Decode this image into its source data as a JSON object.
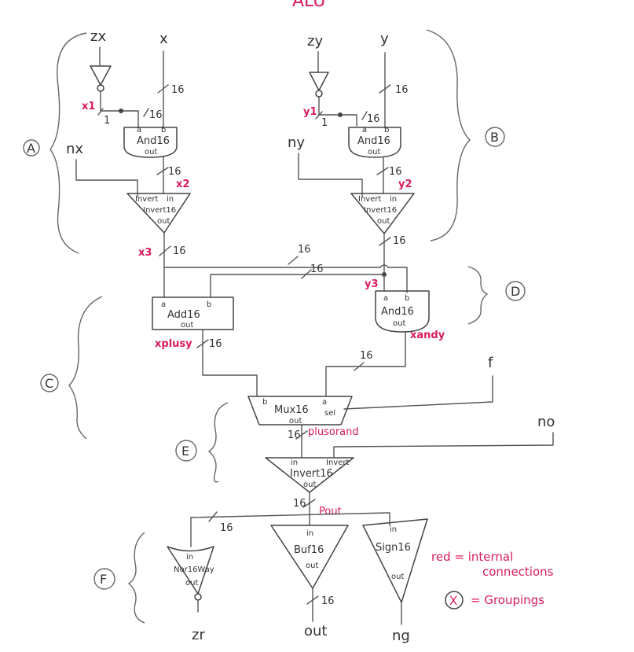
{
  "title": "ALU",
  "inputs": {
    "zx": "zx",
    "x": "x",
    "zy": "zy",
    "y": "y",
    "nx": "nx",
    "ny": "ny",
    "f": "f",
    "no": "no"
  },
  "outputs": {
    "zr": "zr",
    "out": "out",
    "ng": "ng"
  },
  "bus_width": "16",
  "single_bit": "1",
  "gates": {
    "and_x": {
      "name": "And16",
      "a": "a",
      "b": "b",
      "out": "out"
    },
    "and_y": {
      "name": "And16",
      "a": "a",
      "b": "b",
      "out": "out"
    },
    "invert_x": {
      "name": "Invert16",
      "in": "in",
      "invert": "Invert",
      "out": "out"
    },
    "invert_y": {
      "name": "Invert16",
      "in": "in",
      "invert": "Invert",
      "out": "out"
    },
    "add": {
      "name": "Add16",
      "a": "a",
      "b": "b",
      "out": "out"
    },
    "and_xy": {
      "name": "And16",
      "a": "a",
      "b": "b",
      "out": "out"
    },
    "mux": {
      "name": "Mux16",
      "a": "a",
      "b": "b",
      "sel": "sel",
      "out": "out"
    },
    "invert_out": {
      "name": "Invert16",
      "in": "in",
      "invert": "Invert",
      "out": "out"
    },
    "nor": {
      "name": "Nor16Way",
      "in": "in",
      "out": "out"
    },
    "buf": {
      "name": "Buf16",
      "in": "in",
      "out": "out"
    },
    "sign": {
      "name": "Sign16",
      "in": "in",
      "out": "out"
    }
  },
  "internal": {
    "x1": "x1",
    "y1": "y1",
    "x2": "x2",
    "y2": "y2",
    "x3": "x3",
    "y3": "y3",
    "xplusy": "xplusy",
    "xandy": "xandy",
    "plusorand": "plusorand",
    "pout": "Pout"
  },
  "groups": [
    "A",
    "B",
    "C",
    "D",
    "E",
    "F"
  ],
  "legend": {
    "red_note_line1": "red = internal",
    "red_note_line2": "connections",
    "group_symbol": "X",
    "group_note": "= Groupings"
  },
  "colors": {
    "ink": "#444444",
    "internal": "#d81b60"
  }
}
